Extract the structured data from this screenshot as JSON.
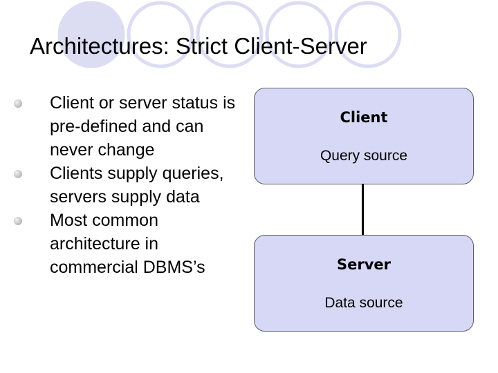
{
  "slide": {
    "title": "Architectures: Strict Client-Server",
    "bullets": [
      "Client or server status is pre-defined and can never change",
      "Clients supply queries, servers supply data",
      "Most common architecture in commercial DBMS’s"
    ]
  },
  "diagram": {
    "client": {
      "title": "Client",
      "subtitle": "Query source"
    },
    "server": {
      "title": "Server",
      "subtitle": "Data source"
    }
  },
  "colors": {
    "box_fill": "#d6d8f5",
    "decor_ring": "#dcdcf2"
  }
}
